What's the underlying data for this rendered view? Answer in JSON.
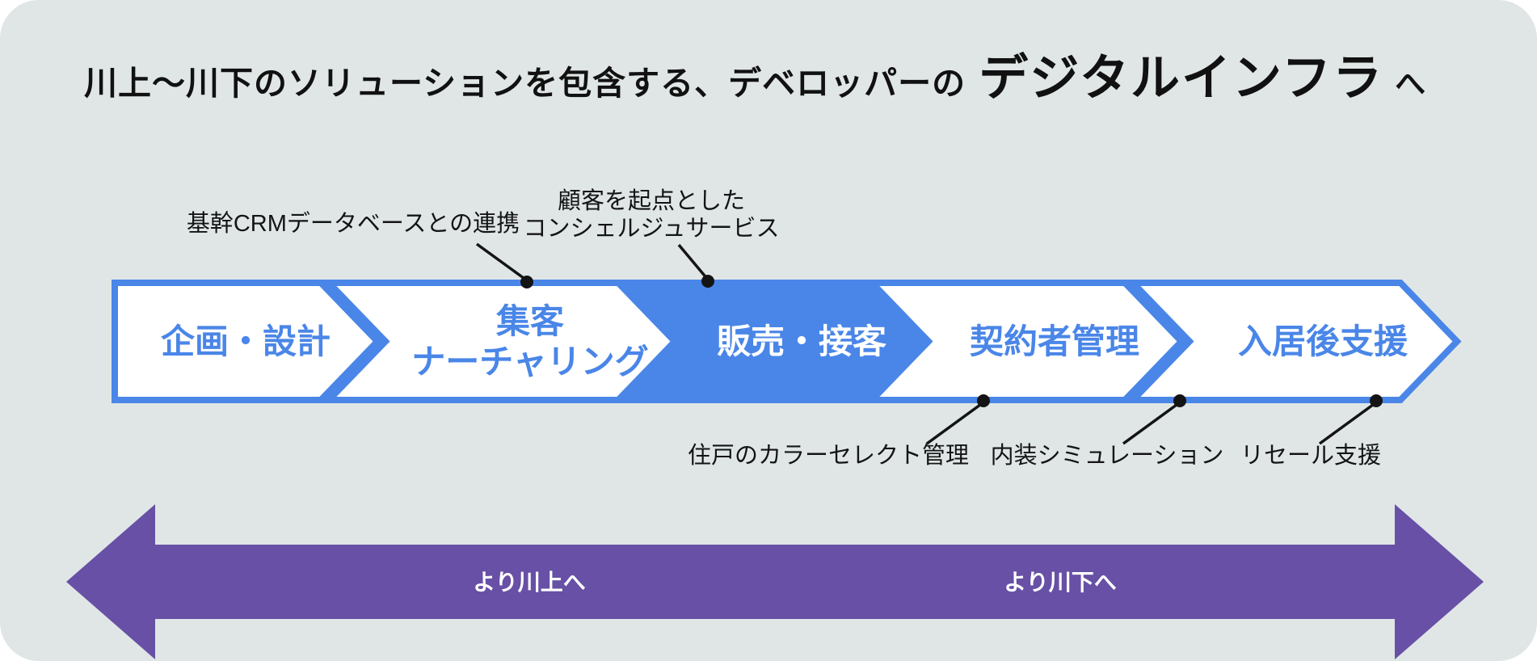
{
  "title": {
    "prefix": "川上〜川下のソリューションを包含する、デベロッパーの",
    "highlight": "デジタルインフラ",
    "suffix": "へ"
  },
  "colors": {
    "stage_blue": "#4A86E8",
    "arrow_purple": "#6750A5",
    "card_background": "#E0E6E6",
    "annotation_text": "#141414"
  },
  "stages": [
    {
      "label": "企画・設計",
      "filled": false
    },
    {
      "label_line1": "集客",
      "label_line2": "ナーチャリング",
      "filled": false
    },
    {
      "label": "販売・接客",
      "filled": true
    },
    {
      "label": "契約者管理",
      "filled": false
    },
    {
      "label": "入居後支援",
      "filled": false
    }
  ],
  "annotations_top": {
    "crm": {
      "text": "基幹CRMデータベースとの連携"
    },
    "concierge": {
      "line1": "顧客を起点とした",
      "line2": "コンシェルジュサービス"
    }
  },
  "annotations_bottom": {
    "color_select": {
      "text": "住戸のカラーセレクト管理"
    },
    "interior_sim": {
      "text": "内装シミュレーション"
    },
    "resale": {
      "text": "リセール支援"
    }
  },
  "arrow": {
    "left_label": "より川上へ",
    "right_label": "より川下へ"
  }
}
